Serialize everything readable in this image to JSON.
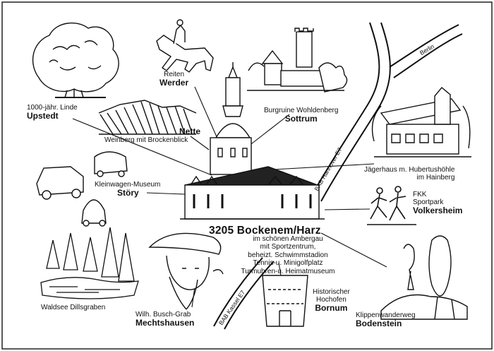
{
  "title": "3205 Bockenem/Harz",
  "description": [
    "im schönen Ambergau",
    "mit Sportzentrum,",
    "beheizt. Schwimmstadion",
    "Tennis-u. Minigolfplatz",
    "Turmuhren-u. Heimatmuseum"
  ],
  "places": {
    "upstedt": {
      "caption": "1000-jähr. Linde",
      "name": "Upstedt"
    },
    "werder": {
      "caption": "Reiten",
      "name": "Werder"
    },
    "sottrum": {
      "caption": "Burgruine Wohldenberg",
      "name": "Sottrum"
    },
    "nette": {
      "name": "Nette",
      "caption": "Weinberg mit Brockenblick"
    },
    "jaegerhaus": {
      "caption": "Jägerhaus m. Hubertushöhle",
      "caption2": "im Hainberg"
    },
    "stoery": {
      "caption": "Kleinwagen-Museum",
      "name": "Störy"
    },
    "volkersheim": {
      "caption": "FKK",
      "caption2": "Sportpark",
      "name": "Volkersheim"
    },
    "dillsgraben": {
      "caption": "Waldsee Dillsgraben"
    },
    "mechtshausen": {
      "caption": "Wilh. Busch-Grab",
      "name": "Mechtshausen"
    },
    "bornum": {
      "caption": "Historischer",
      "caption2": "Hochofen",
      "name": "Bornum"
    },
    "bodenstein": {
      "caption": "Klippenwanderweg",
      "name": "Bodenstein"
    }
  },
  "roads": {
    "north_a": "BAB Hannover E7",
    "north_b": "Berlin",
    "south": "BAB Kassel E7"
  }
}
